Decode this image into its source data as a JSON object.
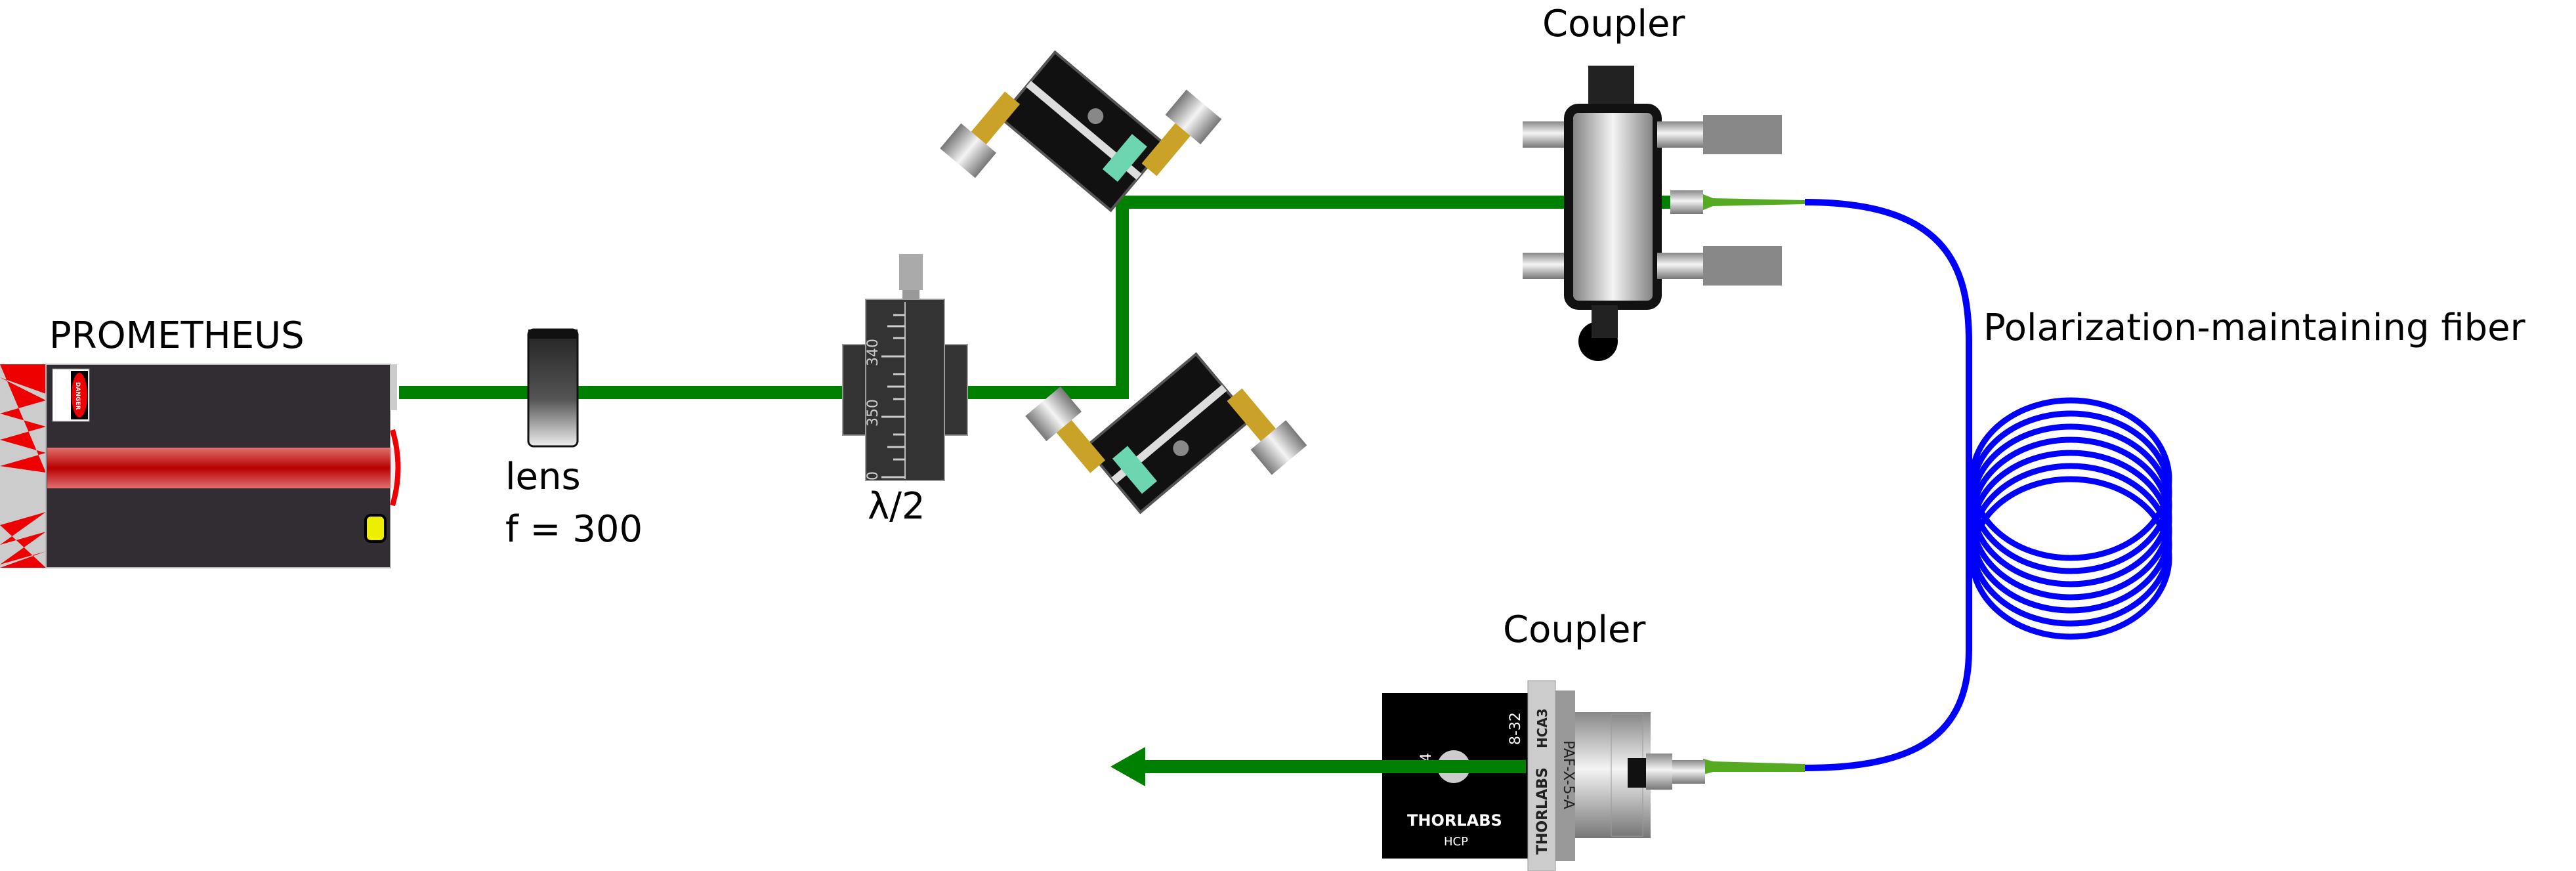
{
  "labels": {
    "laser": "PROMETHEUS",
    "lens_name": "lens",
    "lens_focal": "f = 300",
    "waveplate": "λ/2",
    "coupler_top": "Coupler",
    "coupler_bottom": "Coupler",
    "fiber": "Polarization-maintaining fiber"
  },
  "laser_body": {
    "danger_sign": "DANGER"
  },
  "waveplate_scale": {
    "ticks": [
      "340",
      "350",
      "0"
    ]
  },
  "bottom_coupler": {
    "plate_marks": [
      "M4",
      "8-32"
    ],
    "brand": "THORLABS",
    "plate_model": "HCP",
    "adapter_model": "HCA3",
    "collimator_model": "PAF-X-5-A"
  },
  "colors": {
    "beam": "#008000",
    "fiber": "#0000ff",
    "fiber_connector": "#55aa22",
    "laser_body": "#322d33",
    "laser_red": "#e00000"
  }
}
